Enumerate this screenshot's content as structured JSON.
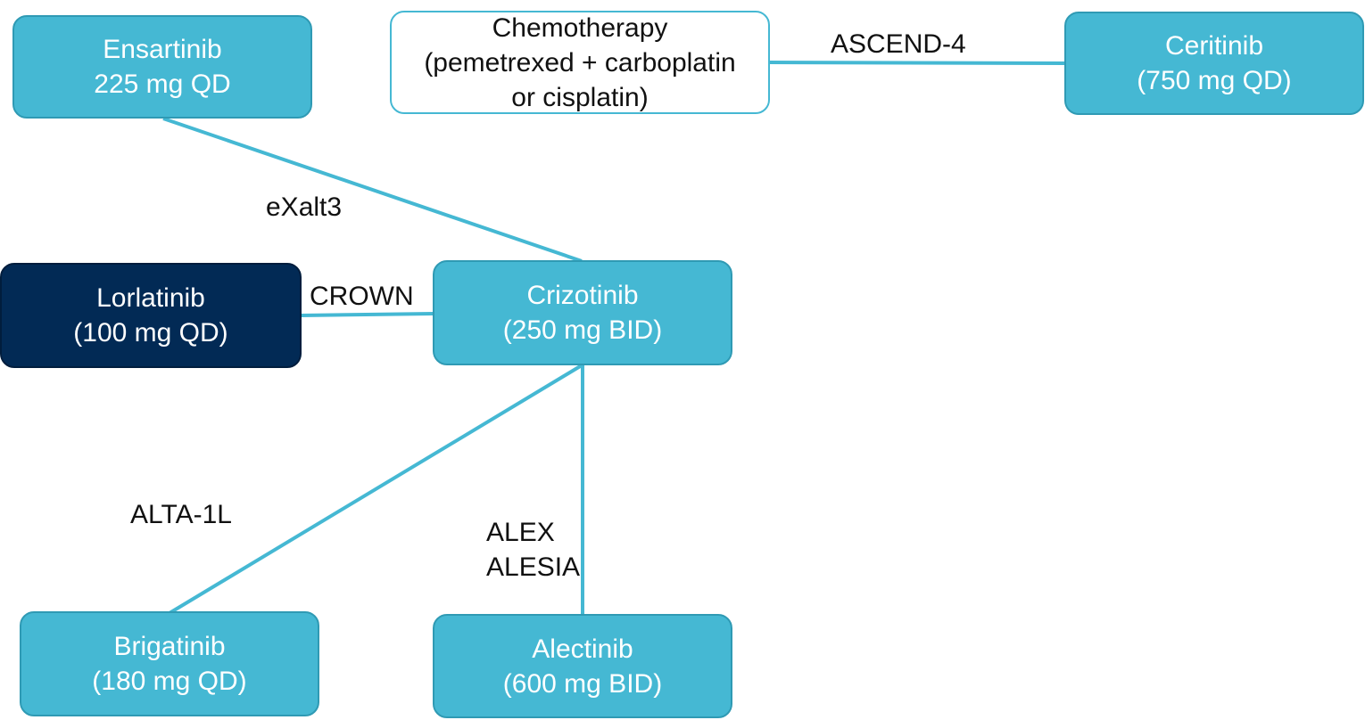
{
  "colors": {
    "node_fill": "#45b8d3",
    "node_border": "#2f9ab4",
    "highlight_fill": "#022a55",
    "edge": "#45b8d3",
    "outline_border": "#45b8d3"
  },
  "nodes": {
    "ensartinib": {
      "line1": "Ensartinib",
      "line2": "225 mg QD"
    },
    "chemotherapy": {
      "line1": "Chemotherapy",
      "line2": "(pemetrexed + carboplatin",
      "line3": "or cisplatin)"
    },
    "ceritinib": {
      "line1": "Ceritinib",
      "line2": "(750 mg QD)"
    },
    "lorlatinib": {
      "line1": "Lorlatinib",
      "line2": "(100 mg QD)"
    },
    "crizotinib": {
      "line1": "Crizotinib",
      "line2": "(250 mg BID)"
    },
    "brigatinib": {
      "line1": "Brigatinib",
      "line2": "(180 mg QD)"
    },
    "alectinib": {
      "line1": "Alectinib",
      "line2": "(600 mg BID)"
    }
  },
  "trials": {
    "ascend4": "ASCEND-4",
    "exalt3": "eXalt3",
    "crown": "CROWN",
    "alta1l": "ALTA-1L",
    "alex": "ALEX",
    "alesia": "ALESIA"
  }
}
